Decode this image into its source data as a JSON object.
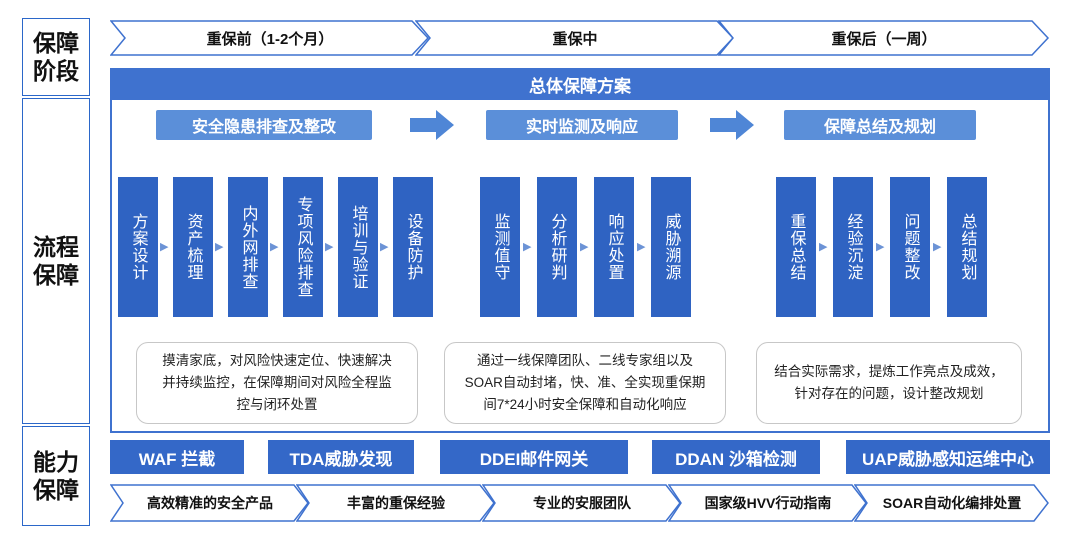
{
  "labels": {
    "phase": "保障阶段",
    "process": "流程保障",
    "ability": "能力保障"
  },
  "phases": [
    "重保前（1-2个月）",
    "重保中",
    "重保后（一周）"
  ],
  "main_title": "总体保障方案",
  "stages": [
    "安全隐患排查及整改",
    "实时监测及响应",
    "保障总结及规划"
  ],
  "steps": {
    "group1": [
      "方案设计",
      "资产梳理",
      "内外网排查",
      "专项风险排查",
      "培训与验证",
      "设备防护"
    ],
    "group2": [
      "监测值守",
      "分析研判",
      "响应处置",
      "威胁溯源"
    ],
    "group3": [
      "重保总结",
      "经验沉淀",
      "问题整改",
      "总结规划"
    ]
  },
  "descriptions": {
    "d1": [
      "摸清家底，对风险快速定位、快速解决",
      "并持续监控，在保障期间对风险全程监",
      "控与闭环处置"
    ],
    "d2": [
      "通过一线保障团队、二线专家组以及",
      "SOAR自动封堵，快、准、全实现重保期",
      "间7*24小时安全保障和自动化响应"
    ],
    "d3": [
      "结合实际需求，提炼工作亮点及成效，",
      "针对存在的问题，设计整改规划"
    ]
  },
  "capabilities": [
    "WAF 拦截",
    "TDA威胁发现",
    "DDEI邮件网关",
    "DDAN 沙箱检测",
    "UAP威胁感知运维中心"
  ],
  "advantages": [
    "高效精准的安全产品",
    "丰富的重保经验",
    "专业的安服团队",
    "国家级HVV行动指南",
    "SOAR自动化编排处置"
  ],
  "colors": {
    "primary": "#3f72cf",
    "stage": "#5b8fd9",
    "column": "#2f63c2",
    "capability": "#3468c8"
  }
}
